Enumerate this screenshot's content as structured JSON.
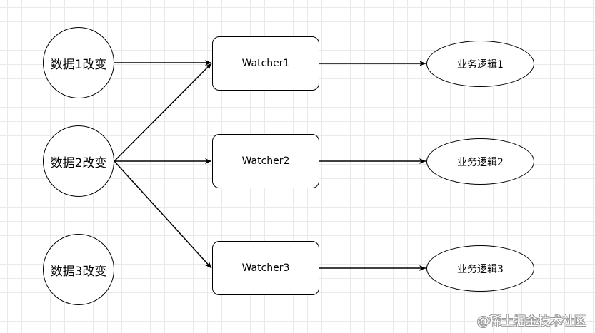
{
  "data_changes": [
    {
      "label": "数据1改变"
    },
    {
      "label": "数据2改变"
    },
    {
      "label": "数据3改变"
    }
  ],
  "watchers": [
    {
      "label": "Watcher1"
    },
    {
      "label": "Watcher2"
    },
    {
      "label": "Watcher3"
    }
  ],
  "business_logic": [
    {
      "label": "业务逻辑1"
    },
    {
      "label": "业务逻辑2"
    },
    {
      "label": "业务逻辑3"
    }
  ],
  "edges": [
    {
      "from": "数据1改变",
      "to": "Watcher1"
    },
    {
      "from": "数据2改变",
      "to": "Watcher1"
    },
    {
      "from": "数据2改变",
      "to": "Watcher2"
    },
    {
      "from": "数据2改变",
      "to": "Watcher3"
    },
    {
      "from": "Watcher1",
      "to": "业务逻辑1"
    },
    {
      "from": "Watcher2",
      "to": "业务逻辑2"
    },
    {
      "from": "Watcher3",
      "to": "业务逻辑3"
    }
  ],
  "watermark": "@稀土掘金技术社区",
  "colors": {
    "stroke": "#000000",
    "fill": "#ffffff",
    "grid": "#e9e9e9"
  }
}
